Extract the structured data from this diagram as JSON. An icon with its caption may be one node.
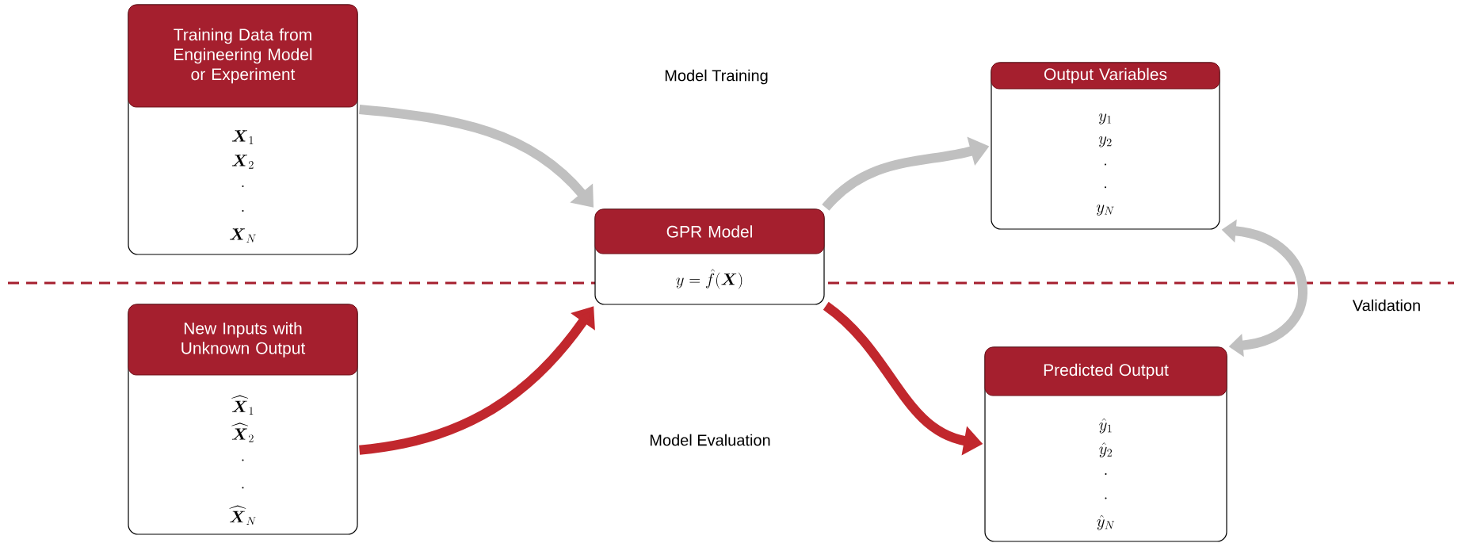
{
  "diagram": {
    "nodes": [
      {
        "text": [
          "Training Data from Engineering Model or Experiment",
          "\\boldsymbol{X}_1",
          "\\boldsymbol{X}_2",
          ".",
          ".",
          "\\boldsymbol{X}_N"
        ]
      },
      {
        "text": [
          "Output Variables",
          "y_1",
          "y_2",
          ".",
          ".",
          "y_N"
        ]
      },
      {
        "text": [
          "GPR Model",
          "y = \\hat{f}(\\boldsymbol{X})"
        ]
      },
      {
        "text": [
          "New Inputs with Unknown Output",
          "\\widehat{\\boldsymbol{X}}_1",
          "\\widehat{\\boldsymbol{X}}_2",
          ".",
          ".",
          "\\widehat{\\boldsymbol{X}}_N"
        ]
      },
      {
        "text": [
          "Predicted Output",
          "\\hat{y}_1",
          "\\hat{y}_2",
          ".",
          ".",
          "\\hat{y}_N"
        ]
      }
    ],
    "edges": [
      {
        "from": 0,
        "to": 2,
        "arrow": "to"
      },
      {
        "from": 2,
        "to": 1,
        "arrow": "to"
      },
      {
        "from": 3,
        "to": 2,
        "arrow": "to",
        "color": "#c1272d"
      },
      {
        "from": 2,
        "to": 4,
        "arrow": "to",
        "color": "#c1272d"
      },
      {
        "from": 1,
        "to": 4,
        "arrow": "both",
        "label": "Validation"
      }
    ],
    "labels": [
      "Model Training",
      "Model Evaluation"
    ]
  }
}
